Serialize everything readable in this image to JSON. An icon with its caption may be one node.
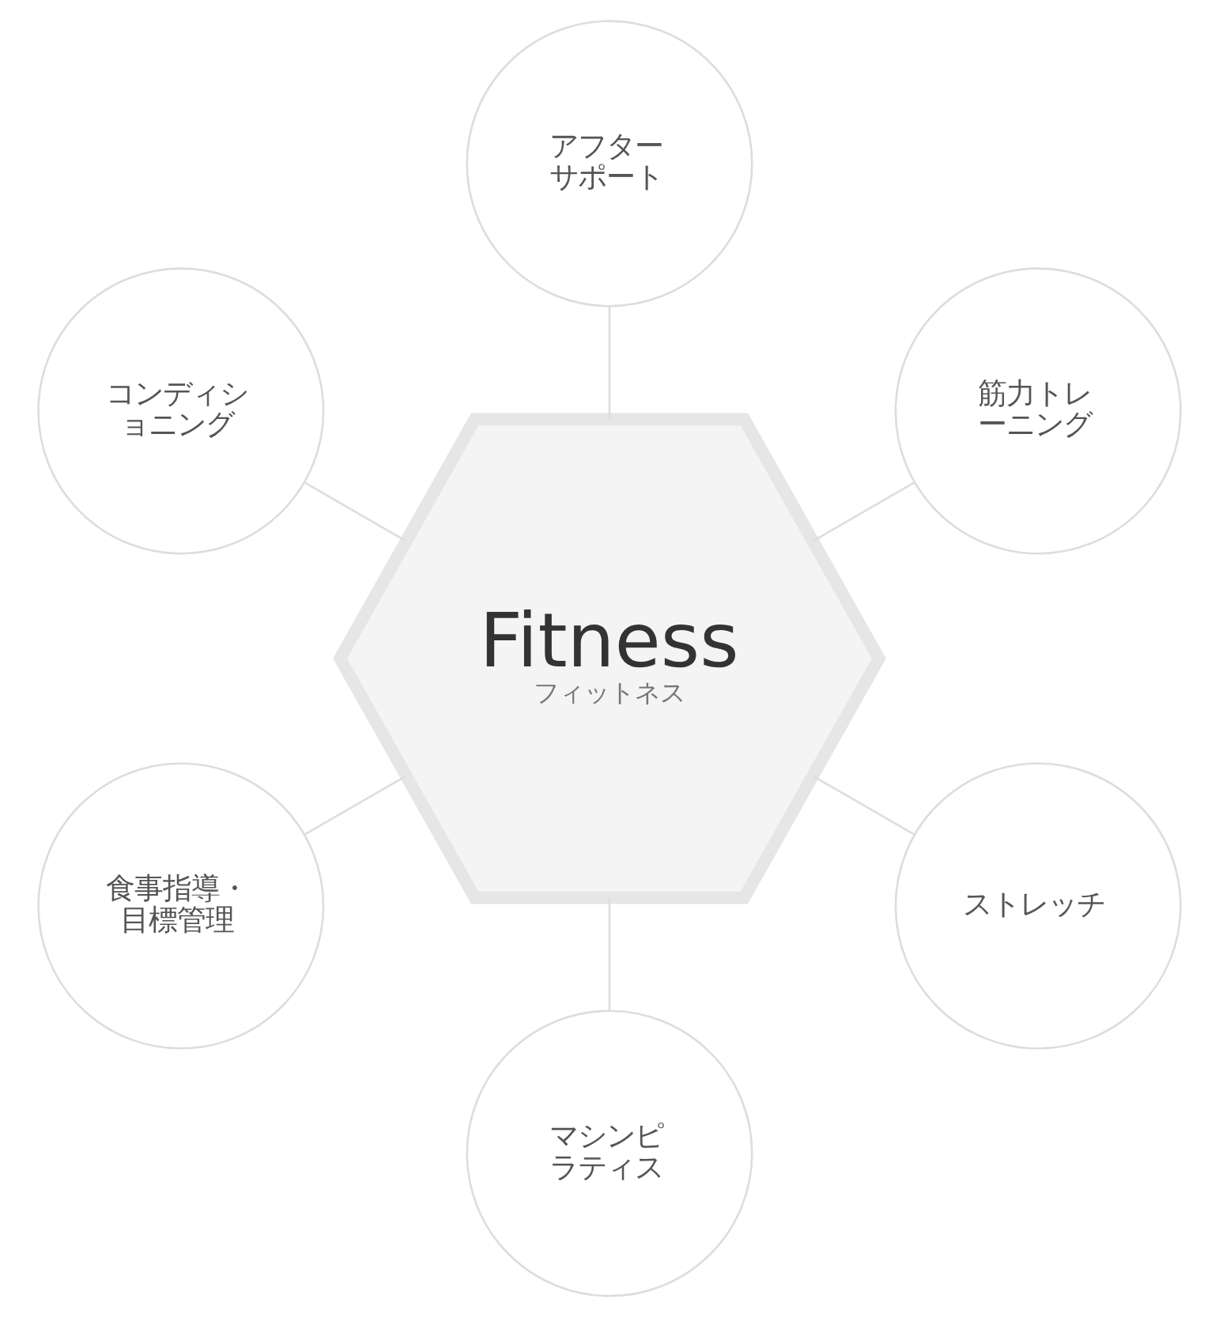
{
  "diagram": {
    "nodes": [
      {
        "text": [
          "Fitness",
          "フィットネス"
        ]
      },
      {
        "text": [
          "筋力トレーニング"
        ]
      },
      {
        "text": [
          "アフターサポート"
        ]
      },
      {
        "text": [
          "コンディショニング"
        ]
      },
      {
        "text": [
          "食事指導・目標管理"
        ]
      },
      {
        "text": [
          "マシンピラティス"
        ]
      },
      {
        "text": [
          "ストレッチ"
        ]
      }
    ],
    "edges": [
      {
        "from": 0,
        "to": 1,
        "arrow": "none"
      },
      {
        "from": 0,
        "to": 3,
        "arrow": "none"
      },
      {
        "from": 0,
        "to": 5,
        "arrow": "none"
      },
      {
        "from": 0,
        "to": 6,
        "arrow": "none"
      },
      {
        "from": 0,
        "to": 4,
        "arrow": "none"
      },
      {
        "from": 0,
        "to": 2,
        "arrow": "none"
      }
    ]
  }
}
